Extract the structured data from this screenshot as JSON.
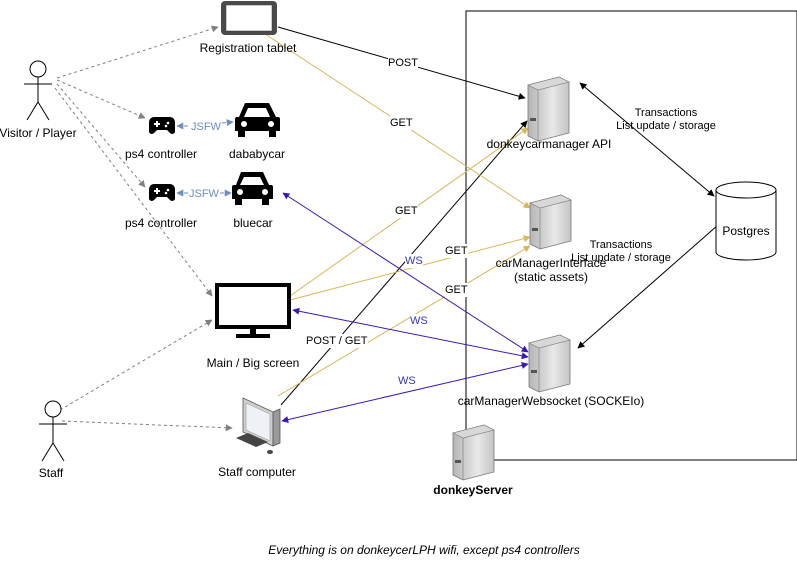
{
  "actors": {
    "visitor": "Visitor / Player",
    "staff": "Staff"
  },
  "devices": {
    "registration_tablet": "Registration tablet",
    "ps4_controller_1": "ps4 controller",
    "car_1": "dababycar",
    "ps4_controller_2": "ps4 controller",
    "car_2": "bluecar",
    "main_screen": "Main / Big screen",
    "staff_computer": "Staff computer"
  },
  "servers": {
    "api": "donkeycarmanager API",
    "interface_line1": "carManagerInterface",
    "interface_line2": "(static assets)",
    "websocket": "carManagerWebsocket  (SOCKEIo)",
    "database": "Postgres",
    "host": "donkeyServer"
  },
  "edges": {
    "post": "POST",
    "get_tablet": "GET",
    "jsfw_1": "JSFW",
    "jsfw_2": "JSFW",
    "get_screen_api": "GET",
    "get_screen_interface": "GET",
    "get_staff_interface": "GET",
    "ws_car": "WS",
    "ws_screen": "WS",
    "ws_staff": "WS",
    "post_get_staff": "POST / GET",
    "db_1_line1": "Transactions",
    "db_1_line2": "List update / storage",
    "db_2_line1": "Transactions",
    "db_2_line2": "List update / storage"
  },
  "caption": "Everything is on donkeycerLPH wifi, except ps4 controllers",
  "colors": {
    "black_edge": "#000000",
    "gold_edge": "#d6b656",
    "blue_edge": "#3a18b8",
    "jsfw_edge": "#6c8ebf",
    "dashed_edge": "#808080"
  }
}
